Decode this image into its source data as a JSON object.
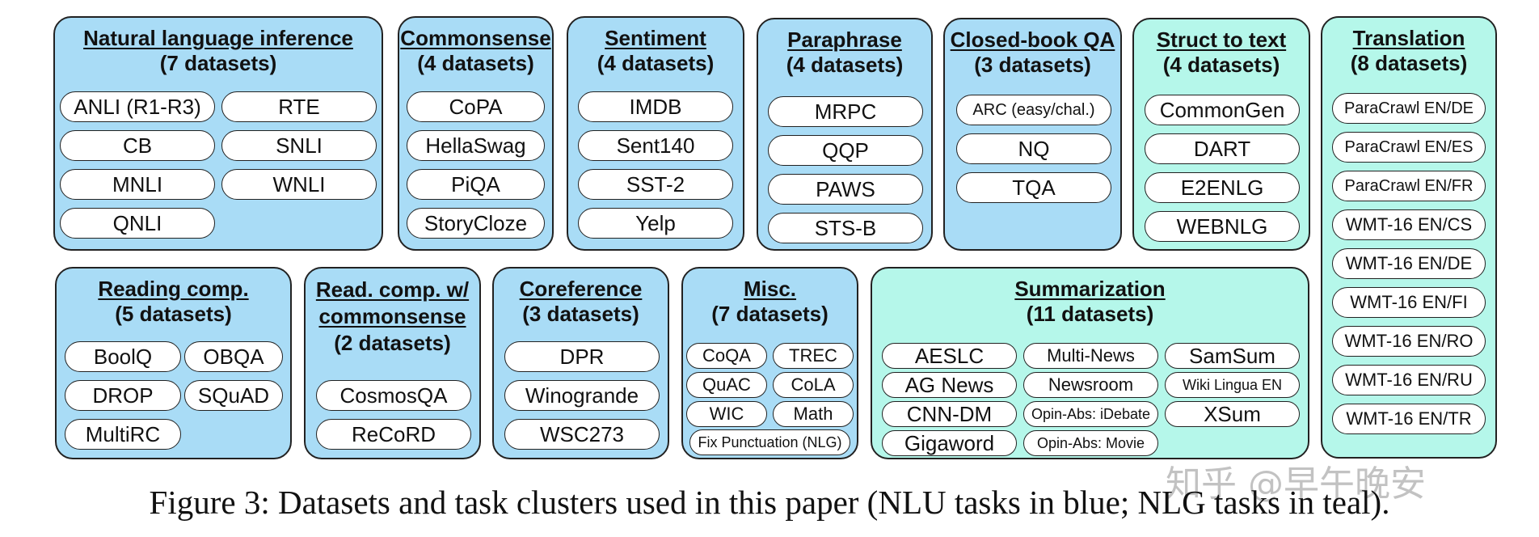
{
  "clusters": [
    {
      "name": "Natural language inference",
      "count": "(7 datasets)",
      "kind": "nlu",
      "datasets": [
        "ANLI (R1-R3)",
        "RTE",
        "CB",
        "SNLI",
        "MNLI",
        "WNLI",
        "QNLI"
      ]
    },
    {
      "name": "Commonsense",
      "count": "(4 datasets)",
      "kind": "nlu",
      "datasets": [
        "CoPA",
        "HellaSwag",
        "PiQA",
        "StoryCloze"
      ]
    },
    {
      "name": "Sentiment",
      "count": "(4 datasets)",
      "kind": "nlu",
      "datasets": [
        "IMDB",
        "Sent140",
        "SST-2",
        "Yelp"
      ]
    },
    {
      "name": "Paraphrase",
      "count": "(4 datasets)",
      "kind": "nlu",
      "datasets": [
        "MRPC",
        "QQP",
        "PAWS",
        "STS-B"
      ]
    },
    {
      "name": "Closed-book QA",
      "count": "(3 datasets)",
      "kind": "nlu",
      "datasets": [
        "ARC (easy/chal.)",
        "NQ",
        "TQA"
      ]
    },
    {
      "name": "Struct to text",
      "count": "(4 datasets)",
      "kind": "nlg",
      "datasets": [
        "CommonGen",
        "DART",
        "E2ENLG",
        "WEBNLG"
      ]
    },
    {
      "name": "Translation",
      "count": "(8 datasets)",
      "kind": "nlg",
      "datasets": [
        "ParaCrawl EN/DE",
        "ParaCrawl EN/ES",
        "ParaCrawl EN/FR",
        "WMT-16 EN/CS",
        "WMT-16 EN/DE",
        "WMT-16 EN/FI",
        "WMT-16 EN/RO",
        "WMT-16 EN/RU",
        "WMT-16 EN/TR"
      ]
    },
    {
      "name": "Reading comp.",
      "count": "(5 datasets)",
      "kind": "nlu",
      "datasets": [
        "BoolQ",
        "OBQA",
        "DROP",
        "SQuAD",
        "MultiRC"
      ]
    },
    {
      "name_line1": "Read. comp. w/",
      "name_line2": "commonsense",
      "count": "(2 datasets)",
      "kind": "nlu",
      "datasets": [
        "CosmosQA",
        "ReCoRD"
      ]
    },
    {
      "name": "Coreference",
      "count": "(3 datasets)",
      "kind": "nlu",
      "datasets": [
        "DPR",
        "Winogrande",
        "WSC273"
      ]
    },
    {
      "name": "Misc.",
      "count": "(7 datasets)",
      "kind": "nlu",
      "datasets": [
        "CoQA",
        "TREC",
        "QuAC",
        "CoLA",
        "WIC",
        "Math",
        "Fix Punctuation (NLG)"
      ]
    },
    {
      "name": "Summarization",
      "count": "(11 datasets)",
      "kind": "nlg",
      "datasets": [
        "AESLC",
        "Multi-News",
        "SamSum",
        "AG News",
        "Newsroom",
        "Wiki Lingua EN",
        "CNN-DM",
        "Opin-Abs: iDebate",
        "XSum",
        "Gigaword",
        "Opin-Abs: Movie"
      ]
    }
  ],
  "colors": {
    "nlu": "#a9dcf6",
    "nlg": "#b5f7ea",
    "border": "#222222"
  },
  "caption": "Figure 3: Datasets and task clusters used in this paper (NLU tasks in blue; NLG tasks in teal).",
  "watermark": "知乎 @早午晚安"
}
